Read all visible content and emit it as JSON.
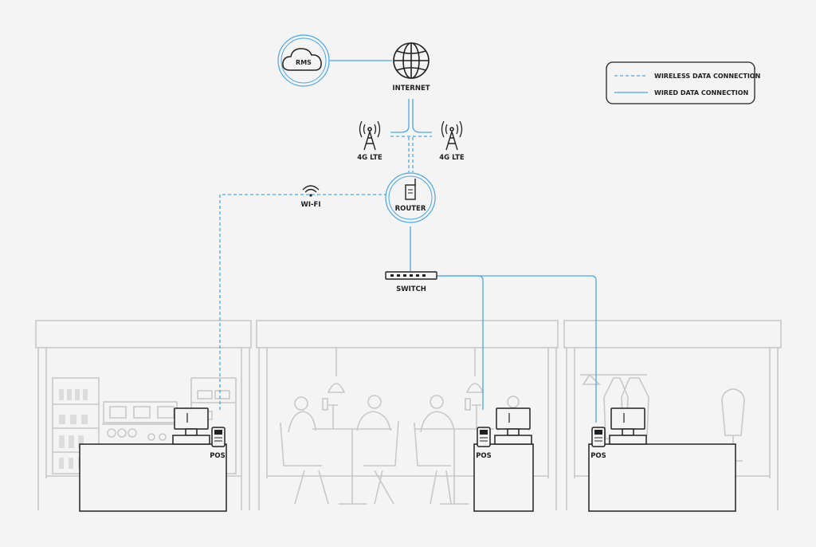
{
  "labels": {
    "rms": "RMS",
    "internet": "INTERNET",
    "lte_left": "4G LTE",
    "lte_right": "4G LTE",
    "router": "ROUTER",
    "wifi": "WI-FI",
    "switch": "SWITCH",
    "pos_1": "POS",
    "pos_2": "POS",
    "pos_3": "POS"
  },
  "legend": {
    "wireless": "WIRELESS DATA CONNECTION",
    "wired": "WIRED DATA CONNECTION"
  },
  "colors": {
    "accent": "#4aa6e6",
    "ink": "#222222",
    "scenery": "#c8c8c8",
    "background": "#f4f4f4"
  },
  "icons": [
    "cloud-icon",
    "globe-icon",
    "cell-tower-icon",
    "router-icon",
    "wifi-icon",
    "switch-icon",
    "pos-terminal-icon",
    "card-reader-icon"
  ]
}
